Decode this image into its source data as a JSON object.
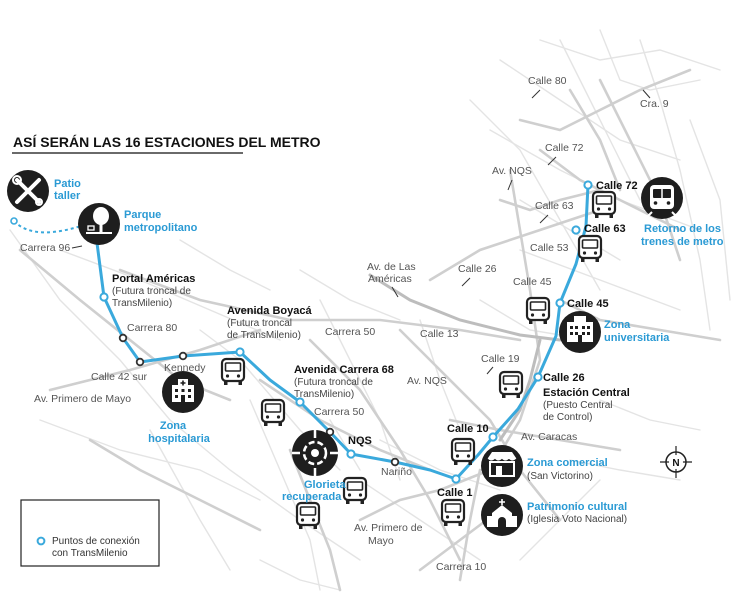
{
  "title": "ASÍ SERÁN LAS 16 ESTACIONES DEL METRO",
  "colors": {
    "route": "#3aa9dc",
    "station_label": "#2a9ad4",
    "roads": "#cfcfcf",
    "roads_minor": "#e2e2e2",
    "street_label": "#555555",
    "icon_fill": "#222222",
    "background": "#ffffff"
  },
  "stations": [
    {
      "name": "Portal Américas",
      "sub": "(Futura troncal de TransMilenio)",
      "id": "portal-americas"
    },
    {
      "name": "Avenida Boyacá",
      "sub": "(Futura troncal de TransMilenio)",
      "id": "avenida-boyaca"
    },
    {
      "name": "Avenida Carrera 68",
      "sub": "(Futura troncal de TransMilenio)",
      "id": "avenida-carrera-68"
    },
    {
      "name": "NQS",
      "sub": "",
      "id": "nqs"
    },
    {
      "name": "Calle 10",
      "sub": "",
      "id": "calle-10"
    },
    {
      "name": "Calle 1",
      "sub": "",
      "id": "calle-1"
    },
    {
      "name": "Calle 26",
      "sub": "",
      "id": "calle-26"
    },
    {
      "name": "Estación Central",
      "sub": "(Puesto Central de Control)",
      "id": "estacion-central"
    },
    {
      "name": "Calle 45",
      "sub": "",
      "id": "calle-45"
    },
    {
      "name": "Calle 63",
      "sub": "",
      "id": "calle-63"
    },
    {
      "name": "Calle 72",
      "sub": "",
      "id": "calle-72"
    }
  ],
  "pois": {
    "patio": "Patio taller",
    "parque": "Parque metropolitano",
    "hospital": "Zona hospitalaria",
    "glorieta": "Glorieta recuperada",
    "comercial": "Zona comercial",
    "comercial_sub": "(San Victorino)",
    "patrimonio": "Patrimonio cultural",
    "patrimonio_sub": "(Iglesia Voto Nacional)",
    "universitaria": "Zona universitaria",
    "retorno": "Retorno de los trenes de metro"
  },
  "streets": {
    "calle80": "Calle 80",
    "cra9": "Cra. 9",
    "calle72": "Calle 72",
    "avnqs_top": "Av. NQS",
    "calle63": "Calle 63",
    "calle53": "Calle 53",
    "calle45": "Calle 45",
    "calle26": "Calle 26",
    "av_americas": "Av. de Las Américas",
    "carrera96": "Carrera 96",
    "carrera80": "Carrera 80",
    "carrera50_top": "Carrera 50",
    "calle13": "Calle 13",
    "calle19": "Calle 19",
    "calle42sur": "Calle 42 sur",
    "kennedy": "Kennedy",
    "av_nqs_mid": "Av. NQS",
    "av_primero_mayo_left": "Av. Primero de Mayo",
    "carrera50_mid": "Carrera 50",
    "av_caracas": "Av. Caracas",
    "narino": "Nariño",
    "av_primero_mayo_bottom": "Av. Primero de Mayo",
    "carrera10": "Carrera 10"
  },
  "legend": {
    "label": "Puntos de conexión con TransMilenio",
    "icon": "bus-icon"
  },
  "compass": "N"
}
